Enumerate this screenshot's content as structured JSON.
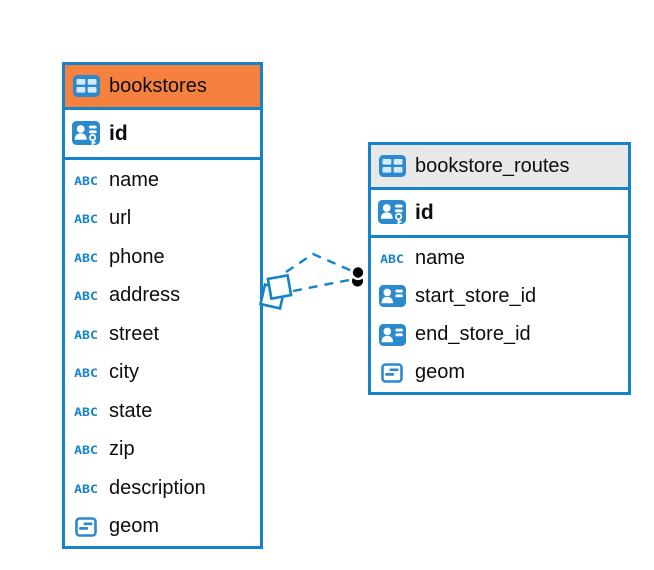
{
  "colors": {
    "accent_blue": "#1483c9",
    "icon_blue": "#2b89cd",
    "bookstores_header_bg": "#f6813e",
    "routes_header_bg": "#e8e8e8",
    "canvas_bg": "#ffffff",
    "row_text": "#0d0d0d",
    "connector_dot": "#000000"
  },
  "icons": {
    "text_type_glyph": "ABC"
  },
  "tables": [
    {
      "name": "bookstores",
      "primary_key": "id",
      "columns": [
        {
          "name": "name",
          "type": "text"
        },
        {
          "name": "url",
          "type": "text"
        },
        {
          "name": "phone",
          "type": "text"
        },
        {
          "name": "address",
          "type": "text"
        },
        {
          "name": "street",
          "type": "text"
        },
        {
          "name": "city",
          "type": "text"
        },
        {
          "name": "state",
          "type": "text"
        },
        {
          "name": "zip",
          "type": "text"
        },
        {
          "name": "description",
          "type": "text"
        },
        {
          "name": "geom",
          "type": "geometry"
        }
      ]
    },
    {
      "name": "bookstore_routes",
      "primary_key": "id",
      "columns": [
        {
          "name": "name",
          "type": "text"
        },
        {
          "name": "start_store_id",
          "type": "reference"
        },
        {
          "name": "end_store_id",
          "type": "reference"
        },
        {
          "name": "geom",
          "type": "geometry"
        }
      ]
    }
  ],
  "relationships": [
    {
      "between": [
        "bookstores",
        "bookstore_routes"
      ],
      "style": "dashed",
      "line": "upper"
    },
    {
      "between": [
        "bookstores",
        "bookstore_routes"
      ],
      "style": "dashed",
      "line": "lower"
    }
  ]
}
